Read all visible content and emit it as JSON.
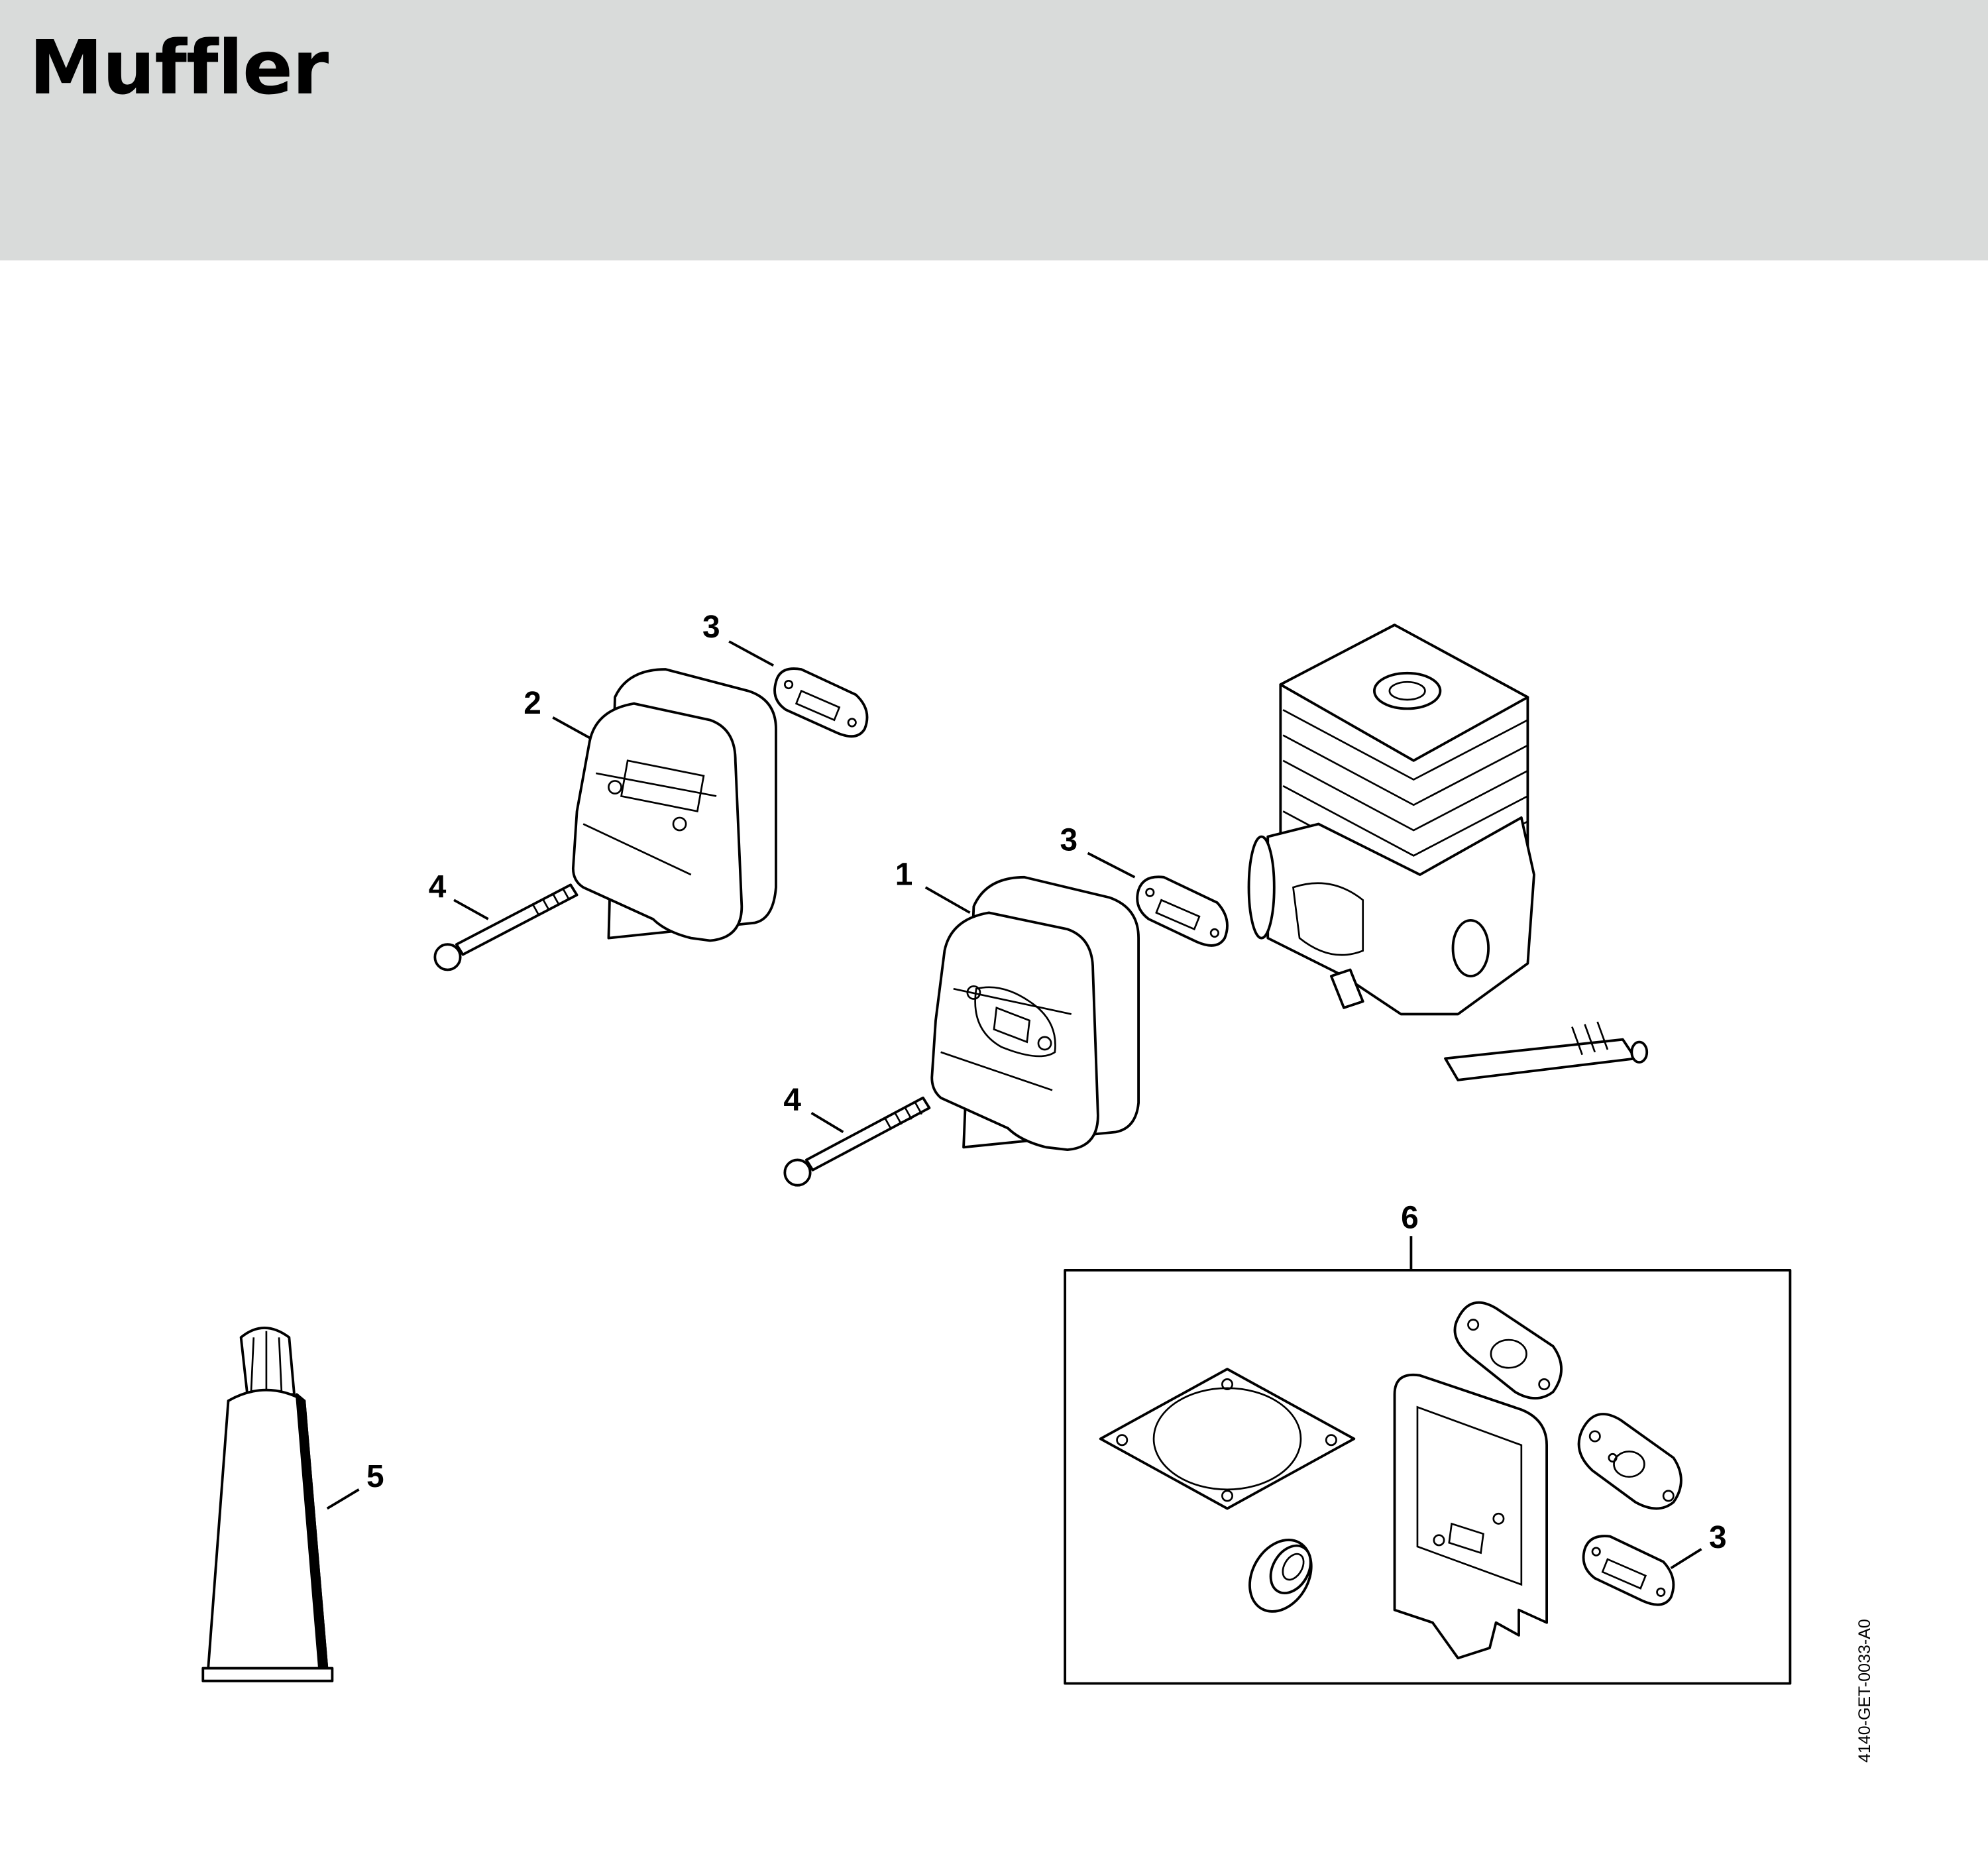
{
  "header": {
    "title": "Muffler"
  },
  "callouts": {
    "c3a": "3",
    "c2": "2",
    "c4a": "4",
    "c1": "1",
    "c3b": "3",
    "c4b": "4",
    "c6": "6",
    "c5": "5",
    "c3c": "3"
  },
  "drawing_code": "4140-GET-0033-A0"
}
